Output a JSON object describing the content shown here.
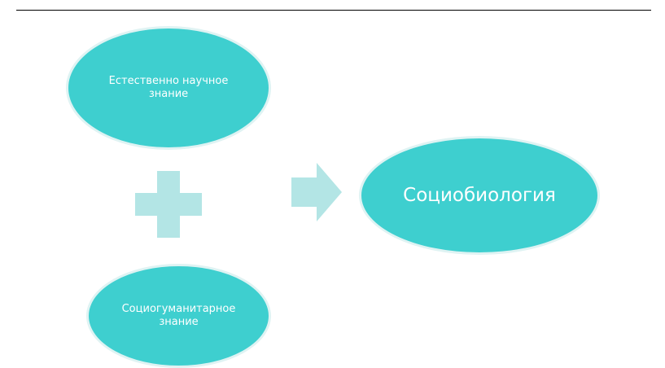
{
  "colors": {
    "ellipse_fill": "#3ecfcf",
    "ellipse_border": "#dff3f3",
    "connector_fill": "#b3e5e5",
    "text": "#ffffff",
    "rule": "#000000"
  },
  "nodes": {
    "natural_science": {
      "label": "Естественно научное знание"
    },
    "socio_humanitarian": {
      "label": "Социогуманитарное знание"
    },
    "result": {
      "label": "Социобиология"
    }
  },
  "connectors": {
    "combine": {
      "icon": "plus-icon"
    },
    "result": {
      "icon": "arrow-right-icon"
    }
  }
}
